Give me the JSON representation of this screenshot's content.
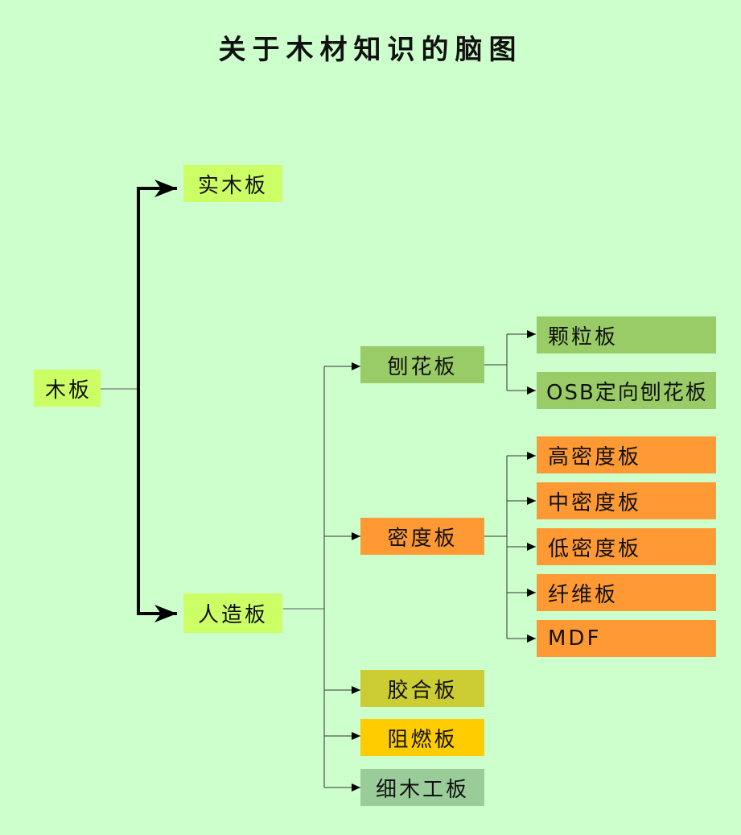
{
  "title": "关于木材知识的脑图",
  "colors": {
    "background": "#ccffcc",
    "root": "#ccff66",
    "particleboard": "#99cc66",
    "density_board": "#ff9933",
    "plywood": "#cccc33",
    "fire_retardant": "#ffcc00",
    "blockboard": "#99cc99"
  },
  "nodes": {
    "root": "木板",
    "solid_wood": "实木板",
    "engineered": "人造板",
    "particleboard": "刨花板",
    "granule_board": "颗粒板",
    "osb": "OSB定向刨花板",
    "density_board": "密度板",
    "high_density": "高密度板",
    "medium_density": "中密度板",
    "low_density": "低密度板",
    "fiberboard": "纤维板",
    "mdf": "MDF",
    "plywood": "胶合板",
    "fire_retardant": "阻燃板",
    "blockboard": "细木工板"
  }
}
